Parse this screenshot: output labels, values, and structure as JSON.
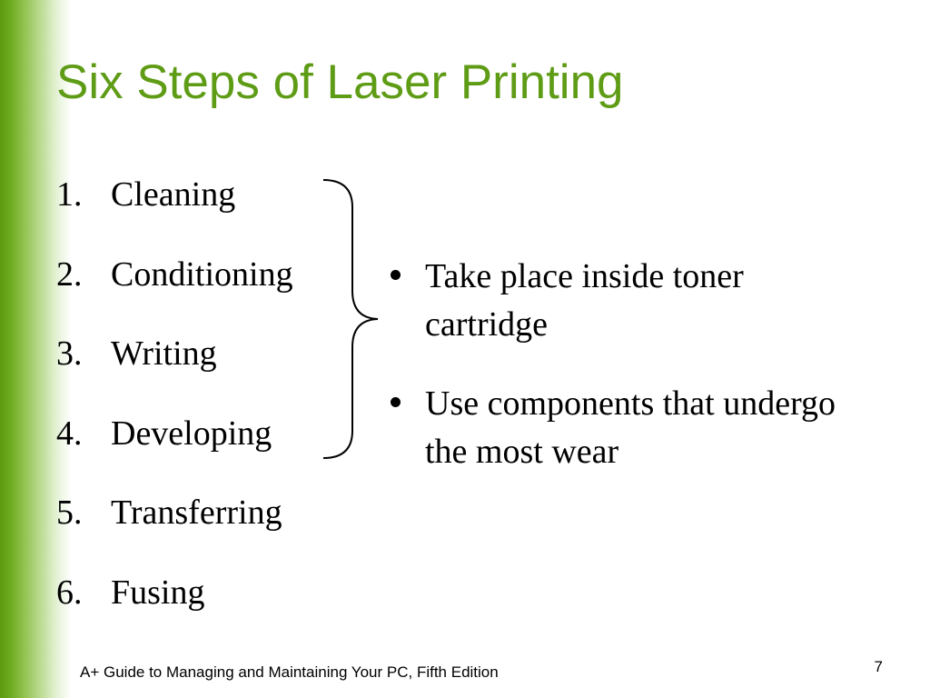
{
  "slide": {
    "title": "Six Steps of Laser Printing",
    "steps": [
      {
        "number": "1.",
        "label": "Cleaning"
      },
      {
        "number": "2.",
        "label": "Conditioning"
      },
      {
        "number": "3.",
        "label": "Writing"
      },
      {
        "number": "4.",
        "label": "Developing"
      },
      {
        "number": "5.",
        "label": "Transferring"
      },
      {
        "number": "6.",
        "label": "Fusing"
      }
    ],
    "bullets": [
      "Take place inside toner cartridge",
      "Use components that undergo the most wear"
    ],
    "footer": "A+ Guide to Managing and Maintaining Your PC, Fifth Edition",
    "page_number": "7"
  },
  "colors": {
    "title": "#5f9c16",
    "accent_bar": "#5d9a12",
    "text": "#000000"
  }
}
